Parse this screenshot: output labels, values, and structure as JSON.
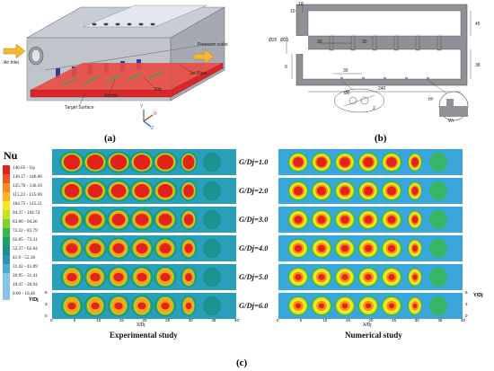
{
  "panel_a": {
    "label": "(a)",
    "annotations": {
      "air_inlet": "Air Inlet",
      "pressure_outlet": "Pressure outlet",
      "jet_plate": "Jet Plate",
      "rib": "Rib",
      "nozzle": "Nozzle",
      "target_surface": "Target Surface",
      "axis_x": "X",
      "axis_y": "Y",
      "axis_z": "Z"
    }
  },
  "panel_b": {
    "label": "(b)",
    "dims": {
      "d10a": "10",
      "d10b": "10",
      "d30a": "30",
      "d30b": "30",
      "d25": "Ø25",
      "d21": "Ø21",
      "d45": "45",
      "d38": "38",
      "d9": "9",
      "d30c": "30",
      "d240": "240",
      "d6": "Ø6",
      "d2": "2",
      "hr": "Hr",
      "wr": "Wr"
    }
  },
  "panel_c": {
    "label": "(c)",
    "legend": {
      "title": "Nu",
      "colors": [
        "#e2231a",
        "#f2541b",
        "#f98a1c",
        "#fbb51f",
        "#f6e71d",
        "#c5e21f",
        "#7fcf2f",
        "#36b84b",
        "#1aa06a",
        "#1d8f86",
        "#2b93b3",
        "#4fa9d9",
        "#86c3ea"
      ],
      "entries": [
        "146.65 - Up",
        "136.17 - 146.66",
        "125.70 - 136.16",
        "115.22 - 125.69",
        "104.75 - 115.21",
        "94.27 - 104.74",
        "83.80 - 94.26",
        "73.32 - 83.79",
        "62.85 - 73.31",
        "52.37 - 62.84",
        "41.9 - 52.36",
        "31.42 - 41.89",
        "20.95 - 31.41",
        "10.47 - 20.94",
        "0.00 - 10.46"
      ]
    },
    "ratios": [
      "G/Dj=1.0",
      "G/Dj=2.0",
      "G/Dj=3.0",
      "G/Dj=4.0",
      "G/Dj=5.0",
      "G/Dj=6.0"
    ],
    "exp_axis": {
      "ylabel": "Y/Dj",
      "xlabel": "X/Dj",
      "yticks": [
        "6",
        "3",
        "0"
      ],
      "xticks": [
        "0",
        "5",
        "10",
        "15",
        "20",
        "25",
        "30",
        "35",
        "40"
      ]
    },
    "num_axis": {
      "ylabel": "Y/Dj",
      "xlabel": "X/Dj",
      "yticks": [
        "6",
        "3",
        "0"
      ],
      "xticks": [
        "0",
        "5",
        "10",
        "15",
        "20",
        "25",
        "30",
        "35",
        "40"
      ]
    },
    "exp_caption": "Experimental study",
    "num_caption": "Numerical study"
  }
}
